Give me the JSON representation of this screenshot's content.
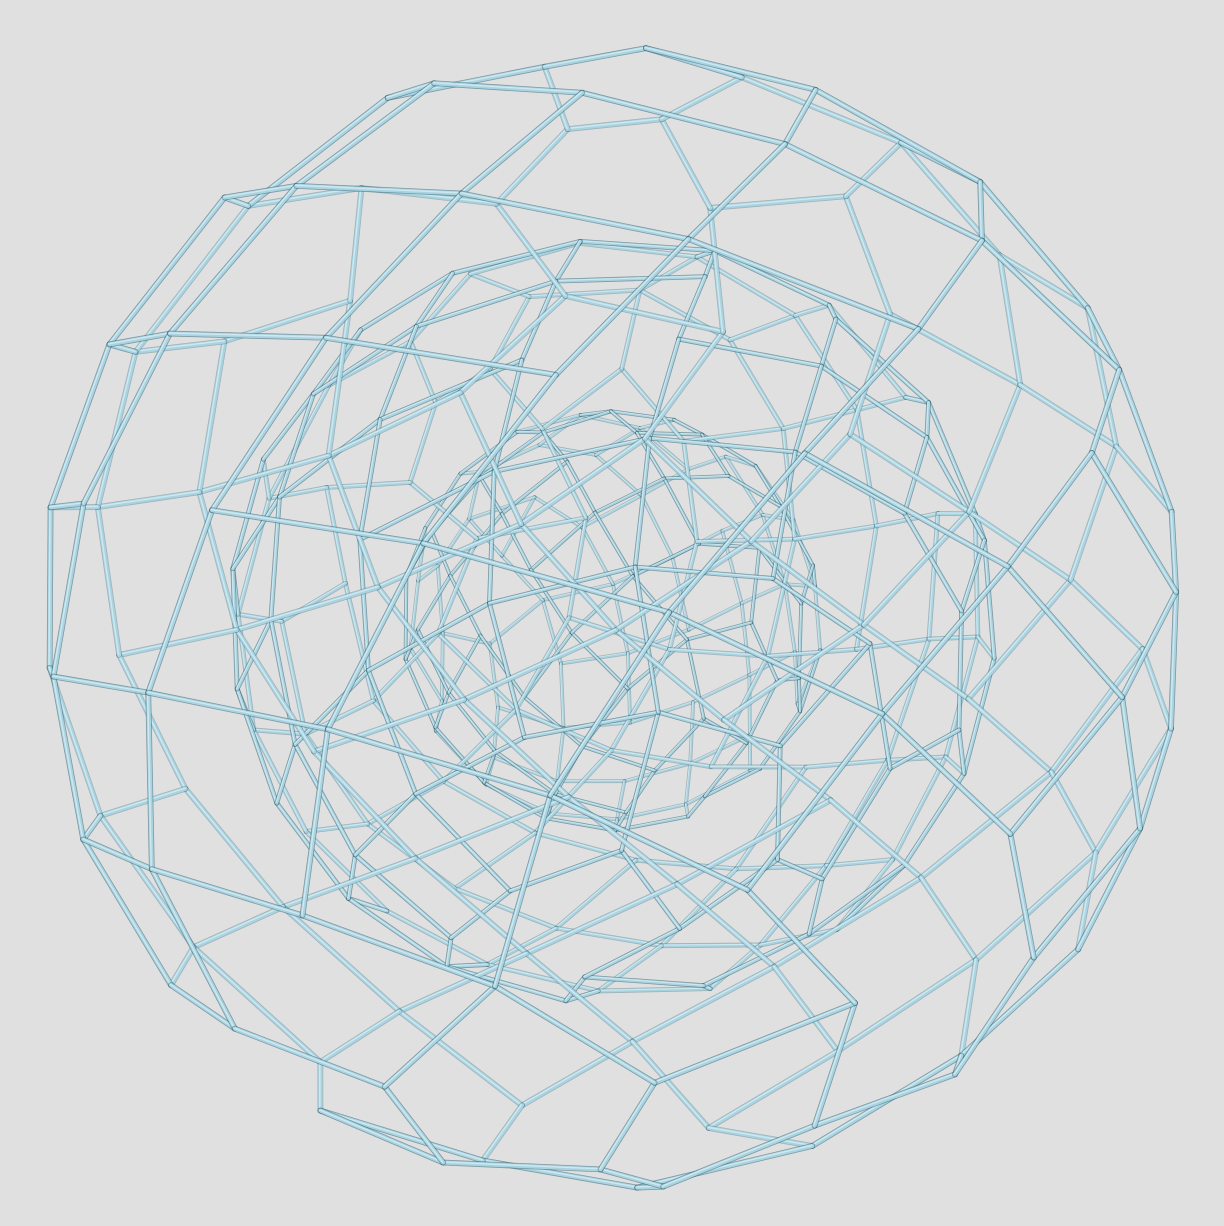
{
  "scene": {
    "background_color": "#e0e0e0",
    "object": "wireframe-polytope-projection",
    "rod_color": "#a9d3e0",
    "rod_highlight_color": "#d6eef5",
    "rod_shadow_color": "#2f5f6e",
    "projection": "perspective",
    "view": "oblique"
  }
}
